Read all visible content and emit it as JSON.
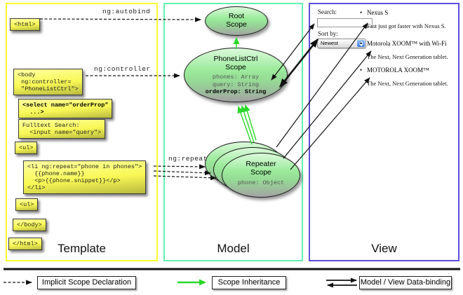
{
  "colors": {
    "template_border": "#fbfb2c",
    "model_border": "#63f2ae",
    "view_border": "#5f4fd8",
    "code_box_fill_top": "#ffffa2",
    "code_box_fill_bottom": "#b9b93f",
    "scope_fill_top": "#dbf9db",
    "scope_fill_bottom": "#a3a3a3",
    "green_arrow": "#2bd82b",
    "black_arrow": "#111111"
  },
  "template_section": {
    "title": "Template",
    "boxes": [
      {
        "text": "<html>"
      },
      {
        "text": "<body\n ng:controller=\n \"PhoneListCtrl\">"
      },
      {
        "text": "<select name=\"orderProp\"\n  ...>"
      },
      {
        "text": "Fulltext Search:\n  <input name=\"query\">"
      },
      {
        "text": "<ul>"
      },
      {
        "text": "<li ng:repeat=\"phone in phones\">\n  {{phone.name}}\n  <p>{{phone.snippet}}</p>\n</li>"
      },
      {
        "text": "<ul>"
      },
      {
        "text": "</body>"
      },
      {
        "text": "</html>"
      }
    ]
  },
  "model_section": {
    "title": "Model",
    "root_scope": {
      "title": "Root\nScope"
    },
    "phonelist_scope": {
      "title": "PhoneListCtrl\nScope",
      "prop1": "phones: Array",
      "prop2": "query: String",
      "prop3": "orderProp: String"
    },
    "repeater_scope": {
      "title": "Repeater\nScope",
      "prop": "phone: Object"
    }
  },
  "view_section": {
    "title": "View",
    "search_label": "Search:",
    "search_value": "",
    "sort_label": "Sort by:",
    "sort_value": "Newest",
    "bullet": "•",
    "items": [
      {
        "title": "Nexus S",
        "desc": "Fast just got faster with Nexus S."
      },
      {
        "title": "Motorola XOOM™ with Wi-Fi",
        "desc": "The Next, Next Generation tablet."
      },
      {
        "title": "MOTOROLA XOOM™",
        "desc": "The Next, Next Generation tablet."
      }
    ]
  },
  "arrow_labels": {
    "autobind": "ng:autobind",
    "controller": "ng:controller",
    "repeat": "ng:repeat"
  },
  "legend": {
    "implicit": "Implicit Scope Declaration",
    "inheritance": "Scope Inheritance",
    "databinding": "Model / View Data-binding"
  }
}
